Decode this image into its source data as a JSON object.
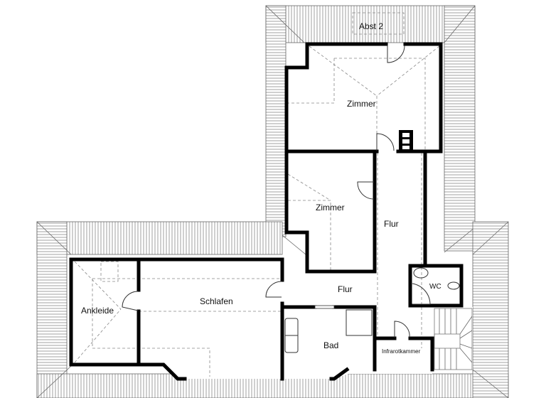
{
  "rooms": {
    "abst": "Abst 2",
    "zimmer_1": "Zimmer",
    "zimmer_2": "Zimmer",
    "flur_1": "Flur",
    "flur_2": "Flur",
    "wc": "WC",
    "ankleide": "Ankleide",
    "schlafen": "Schlafen",
    "bad": "Bad",
    "infrarotkammer": "Infrarotkammer"
  }
}
